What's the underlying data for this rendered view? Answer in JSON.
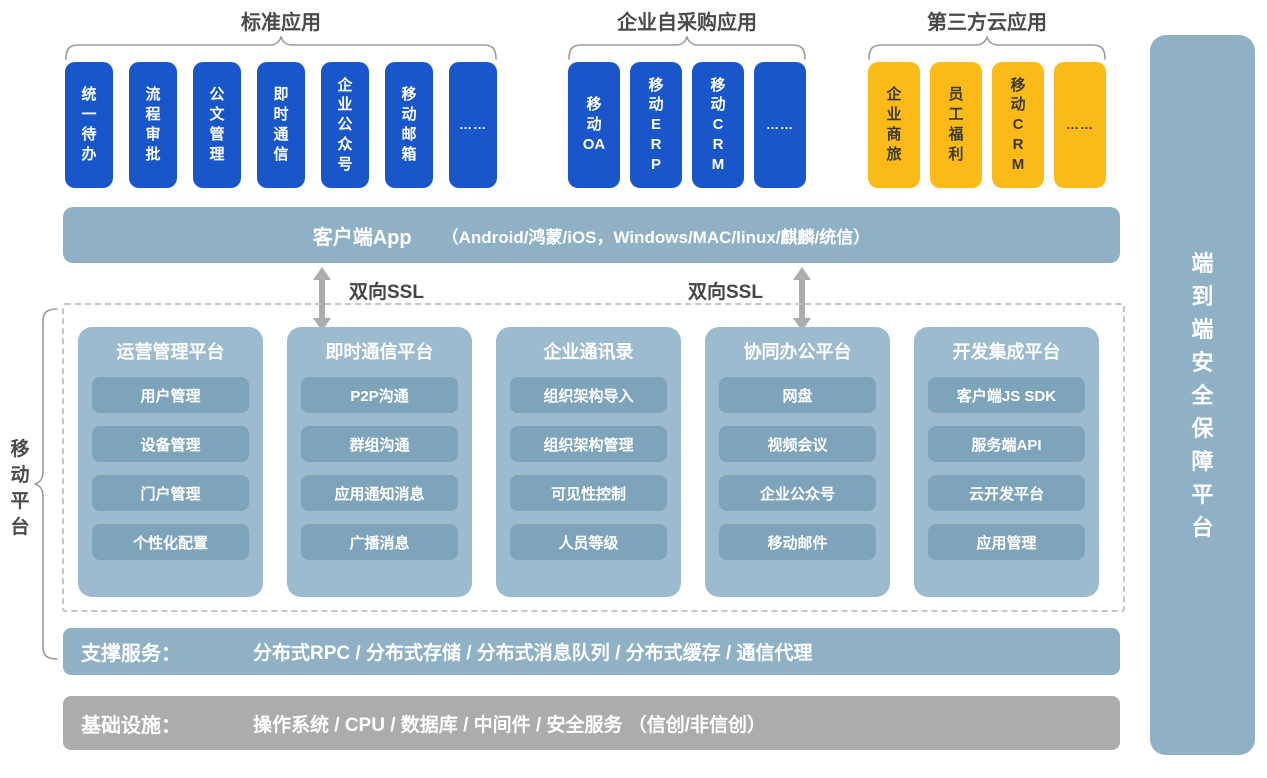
{
  "colors": {
    "app_blue": "#1956c9",
    "app_yellow": "#fbba17",
    "steel_blue": "#8fb1c6",
    "column_blue": "#9dbbce",
    "item_blue": "#7ea4bc",
    "infra_gray": "#acacac"
  },
  "top_groups": [
    {
      "label": "标准应用",
      "apps": [
        "统\n一\n待\n办",
        "流\n程\n审\n批",
        "公\n文\n管\n理",
        "即\n时\n通\n信",
        "企\n业\n公\n众\n号",
        "移\n动\n邮\n箱",
        "……"
      ]
    },
    {
      "label": "企业自采购应用",
      "apps": [
        "移\n动\nOA",
        "移\n动\nE\nR\nP",
        "移\n动\nC\nR\nM",
        "……"
      ]
    },
    {
      "label": "第三方云应用",
      "apps": [
        "企\n业\n商\n旅",
        "员\n工\n福\n利",
        "移\n动\nC\nR\nM",
        "……"
      ]
    }
  ],
  "client_bar": {
    "title": "客户端App",
    "subtitle": "（Android/鸿蒙/iOS，Windows/MAC/linux/麒麟/统信）"
  },
  "ssl": {
    "left_label": "双向SSL",
    "right_label": "双向SSL"
  },
  "mobile_platform_label": "移\n动\n平\n台",
  "platform_columns": [
    {
      "title": "运营管理平台",
      "items": [
        "用户管理",
        "设备管理",
        "门户管理",
        "个性化配置"
      ]
    },
    {
      "title": "即时通信平台",
      "items": [
        "P2P沟通",
        "群组沟通",
        "应用通知消息",
        "广播消息"
      ]
    },
    {
      "title": "企业通讯录",
      "items": [
        "组织架构导入",
        "组织架构管理",
        "可见性控制",
        "人员等级"
      ]
    },
    {
      "title": "协同办公平台",
      "items": [
        "网盘",
        "视频会议",
        "企业公众号",
        "移动邮件"
      ]
    },
    {
      "title": "开发集成平台",
      "items": [
        "客户端JS SDK",
        "服务端API",
        "云开发平台",
        "应用管理"
      ]
    }
  ],
  "support_bar": {
    "label": "支撑服务：",
    "content": "分布式RPC / 分布式存储 / 分布式消息队列 / 分布式缓存 / 通信代理"
  },
  "infra_bar": {
    "label": "基础设施：",
    "content": "操作系统 / CPU / 数据库 / 中间件 / 安全服务 （信创/非信创）"
  },
  "security_bar_label": "端\n到\n端\n安\n全\n保\n障\n平\n台"
}
